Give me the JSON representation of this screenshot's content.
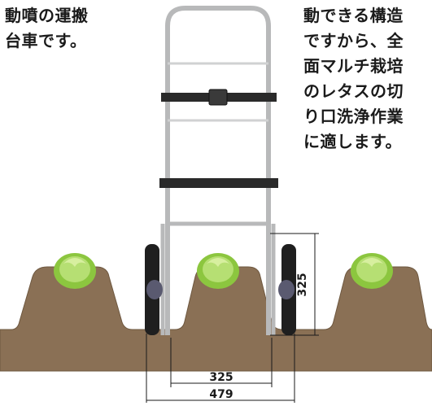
{
  "left_text": [
    "動噴の運搬",
    "台車です。"
  ],
  "right_text": [
    "動できる構造",
    "ですから、全",
    "面マルチ栽培",
    "のレタスの切",
    "り口洗浄作業",
    "に適します。"
  ],
  "dimensions": {
    "inner_width": "325",
    "outer_width": "479",
    "height": "325"
  },
  "colors": {
    "soil": "#8a7055",
    "soil_edge": "#6e5840",
    "lettuce": "#9bd14a",
    "frame": "#c9cacb",
    "strap": "#2a2a2a",
    "tire": "#1f1f1f"
  }
}
